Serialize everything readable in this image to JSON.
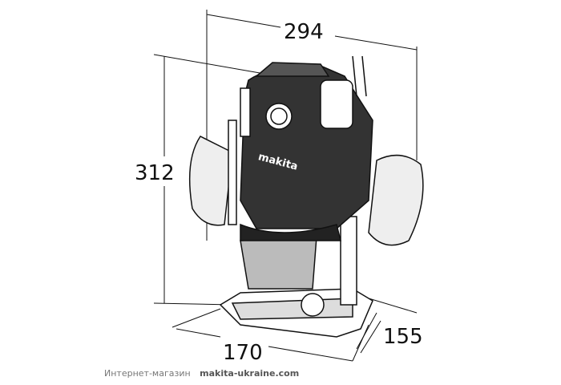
{
  "dimensions": {
    "width": "294",
    "height": "312",
    "depth": "170",
    "side": "155"
  },
  "brand_logo": "makita",
  "footer": {
    "label": "Интернет-магазин",
    "site": "makita-ukraine.com"
  }
}
